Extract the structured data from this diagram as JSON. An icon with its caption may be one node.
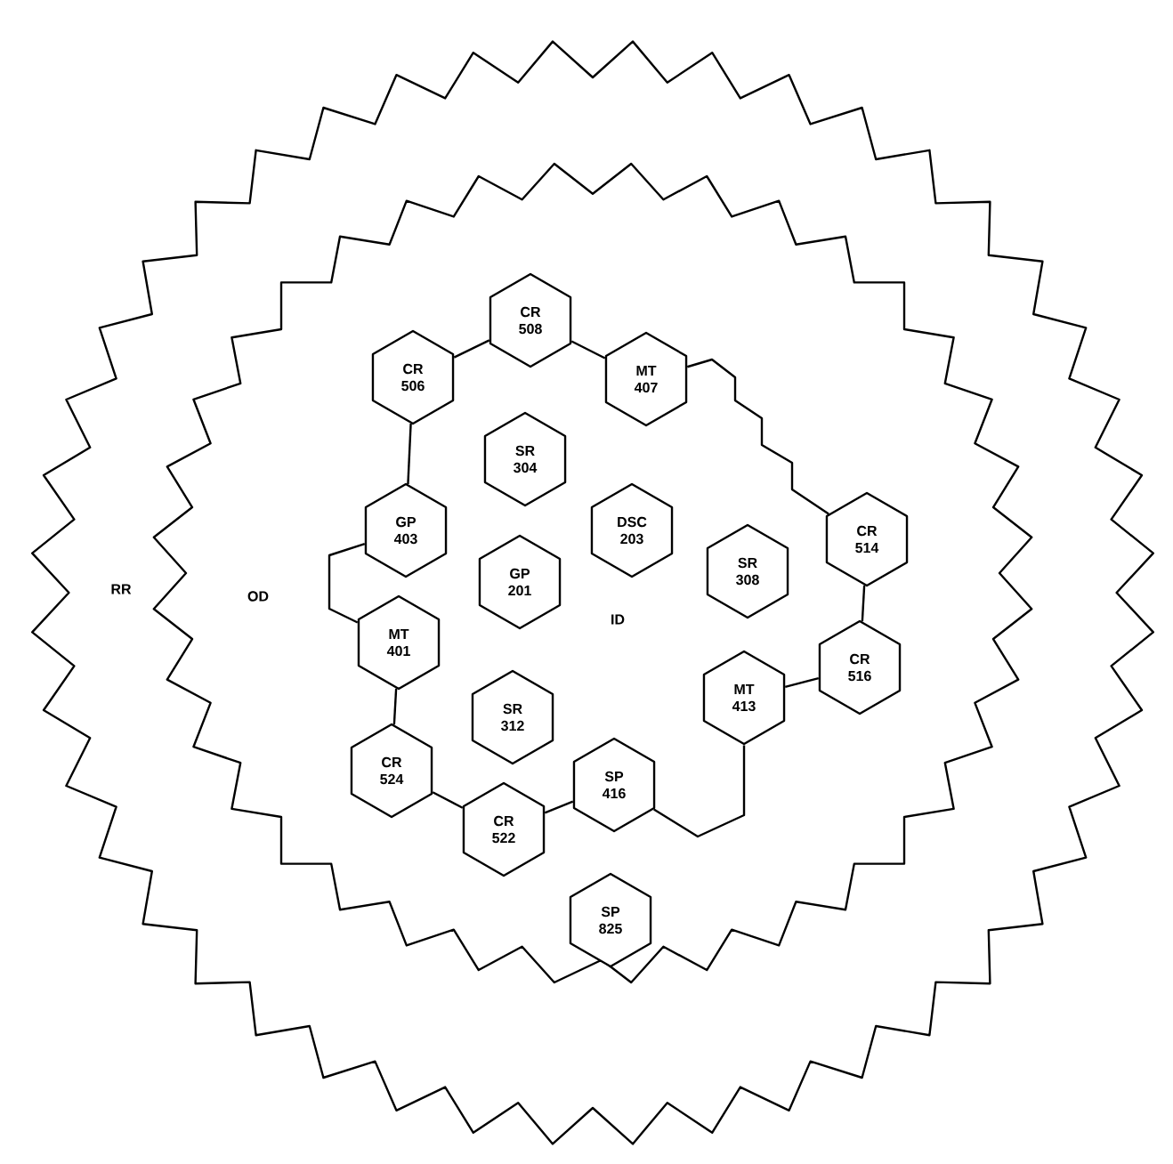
{
  "diagram": {
    "nodes": [
      {
        "text": [
          "CR 508"
        ]
      },
      {
        "text": [
          "CR 506"
        ]
      },
      {
        "text": [
          "MT 407"
        ]
      },
      {
        "text": [
          "SR 304"
        ]
      },
      {
        "text": [
          "GP 403"
        ]
      },
      {
        "text": [
          "DSC 203"
        ]
      },
      {
        "text": [
          "CR 514"
        ]
      },
      {
        "text": [
          "SR 308"
        ]
      },
      {
        "text": [
          "GP 201"
        ]
      },
      {
        "text": [
          "MT 401"
        ]
      },
      {
        "text": [
          "CR 516"
        ]
      },
      {
        "text": [
          "MT 413"
        ]
      },
      {
        "text": [
          "SR 312"
        ]
      },
      {
        "text": [
          "CR 524"
        ]
      },
      {
        "text": [
          "SP 416"
        ]
      },
      {
        "text": [
          "CR 522"
        ]
      },
      {
        "text": [
          "SP 825"
        ]
      }
    ],
    "edges": [
      {
        "from": 1,
        "to": 0,
        "arrow": "none"
      },
      {
        "from": 0,
        "to": 2,
        "arrow": "none"
      },
      {
        "from": 2,
        "to": 6,
        "arrow": "none"
      },
      {
        "from": 6,
        "to": 10,
        "arrow": "none"
      },
      {
        "from": 10,
        "to": 11,
        "arrow": "none"
      },
      {
        "from": 11,
        "to": 14,
        "arrow": "none"
      },
      {
        "from": 14,
        "to": 15,
        "arrow": "none"
      },
      {
        "from": 15,
        "to": 13,
        "arrow": "none"
      },
      {
        "from": 13,
        "to": 9,
        "arrow": "none"
      },
      {
        "from": 9,
        "to": 4,
        "arrow": "none"
      },
      {
        "from": 4,
        "to": 1,
        "arrow": "none"
      }
    ],
    "labels": [
      "RR",
      "OD",
      "ID"
    ]
  }
}
